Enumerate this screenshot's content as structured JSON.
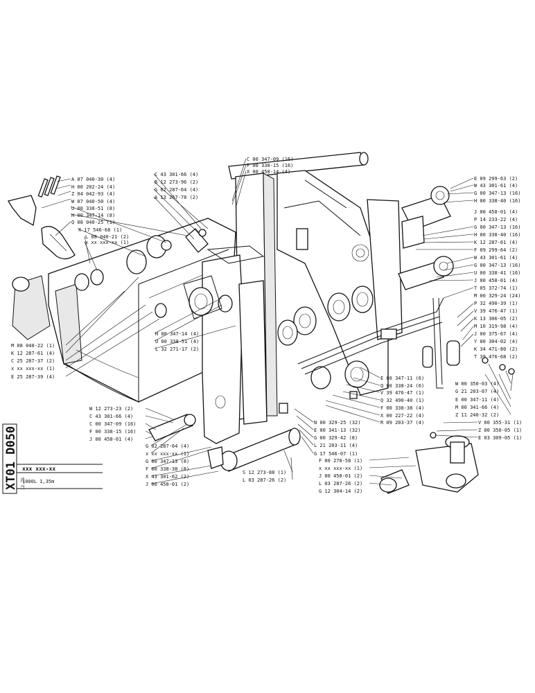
{
  "title_block": {
    "code": "XT01 D050",
    "ref": "xxx xxx-xx",
    "date": "12.75",
    "description": "1000L  1,35m"
  },
  "labels": {
    "l01": "A 07 040-30 (4)",
    "l02": "H 00 202-24 (4)",
    "l03": "Z 04 042-93 (4)",
    "l04": "W 07 040-50 (4)",
    "l05": "U 00 338-51 (8)",
    "l06": "H 00 347-14 (8)",
    "l07": "Q 08 040-25 (1)",
    "l08": "X 17 546-68 (1)",
    "l09": "L 08 040-21 (2)",
    "l10": "x xx xxx-xx (1)",
    "l11": "C 43 301-66 (4)",
    "l12": "B 12 273-96 (2)",
    "l13": "G 02 287-64 (4)",
    "l14": "A 13 267-78 (2)",
    "l15": "C 00 347-09 (16)",
    "l16": "F 00 338-15 (16)",
    "l17": "X 00 458-14 (4)",
    "l18": "E 09 299-63 (2)",
    "l19": "W 43 301-61 (4)",
    "l20": "G 00 347-13 (16)",
    "l21": "H 00 338-40 (16)",
    "l22": "J 00 458-01 (4)",
    "l23": "P 14 233-22 (4)",
    "l24": "G 00 347-13 (16)",
    "l25": "H 00 338-40 (16)",
    "l26": "K 12 287-61 (4)",
    "l27": "F 09 299-64 (2)",
    "l28": "W 43 301-61 (4)",
    "l29": "G 00 347-13 (16)",
    "l30": "U 00 338-41 (16)",
    "l31": "J 00 458-01 (4)",
    "l32": "T 05 372-74 (1)",
    "l33": "M 00 329-24 (24)",
    "l34": "P 32 490-39 (1)",
    "l35": "V 39 476-47 (1)",
    "l36": "K 13 306-05 (2)",
    "l37": "M 10 319-98 (4)",
    "l38": "J 00 375-67 (4)",
    "l39": "Y 00 304-02 (4)",
    "l40": "K 34 471-80 (2)",
    "l41": "T 39 476-68 (2)",
    "l42": "H 00 347-14 (4)",
    "l43": "U 00 338-51 (4)",
    "l44": "L 32 271-17 (2)",
    "l45": "M 08 040-22 (1)",
    "l46": "K 12 287-61 (4)",
    "l47": "C 25 287-37 (2)",
    "l48": "x xx xxx-xx (1)",
    "l49": "E 25 287-39 (4)",
    "l50": "E 00 347-11 (6)",
    "l51": "Q 00 338-24 (6)",
    "l52": "V 39 476-47 (1)",
    "l53": "Q 32 490-40 (1)",
    "l54": "F 00 338-38 (4)",
    "l55": "X 00 227-22 (4)",
    "l56": "R 09 203-37 (4)",
    "l57": "W 00 350-03 (4)",
    "l58": "G 21 203-07 (4)",
    "l59": "E 00 347-11 (4)",
    "l60": "M 00 341-66 (4)",
    "l61": "Z 11 240-32 (2)",
    "l62": "V 00 355-31 (1)",
    "l63": "Z 00 350-05 (1)",
    "l64": "E 03 309-05 (1)",
    "l65": "W 12 273-23 (2)",
    "l66": "C 43 301-66 (4)",
    "l67": "C 00 347-09 (16)",
    "l68": "F 00 338-15 (16)",
    "l69": "J 00 458-01 (4)",
    "l70": "G 02 287-64 (4)",
    "l71": "x xx xxx-xx (1)",
    "l72": "G 00 347-13 (8)",
    "l73": "F 00 338-38 (8)",
    "l74": "X 43 301-62 (2)",
    "l75": "J 00 458-01 (2)",
    "l76": "N 00 329-25 (32)",
    "l77": "E 00 341-13 (32)",
    "l78": "G 00 329-42 (8)",
    "l79": "L 21 203-11 (4)",
    "l80": "G 17 546-07 (1)",
    "l81": "S 12 273-88 (1)",
    "l82": "L 03 287-26 (2)",
    "l83": "F 00 278-58 (1)",
    "l84": "x xx xxx-xx (1)",
    "l85": "J 00 458-01 (2)",
    "l86": "L 03 287-26 (2)",
    "l87": "G 12 304-14 (2)"
  }
}
